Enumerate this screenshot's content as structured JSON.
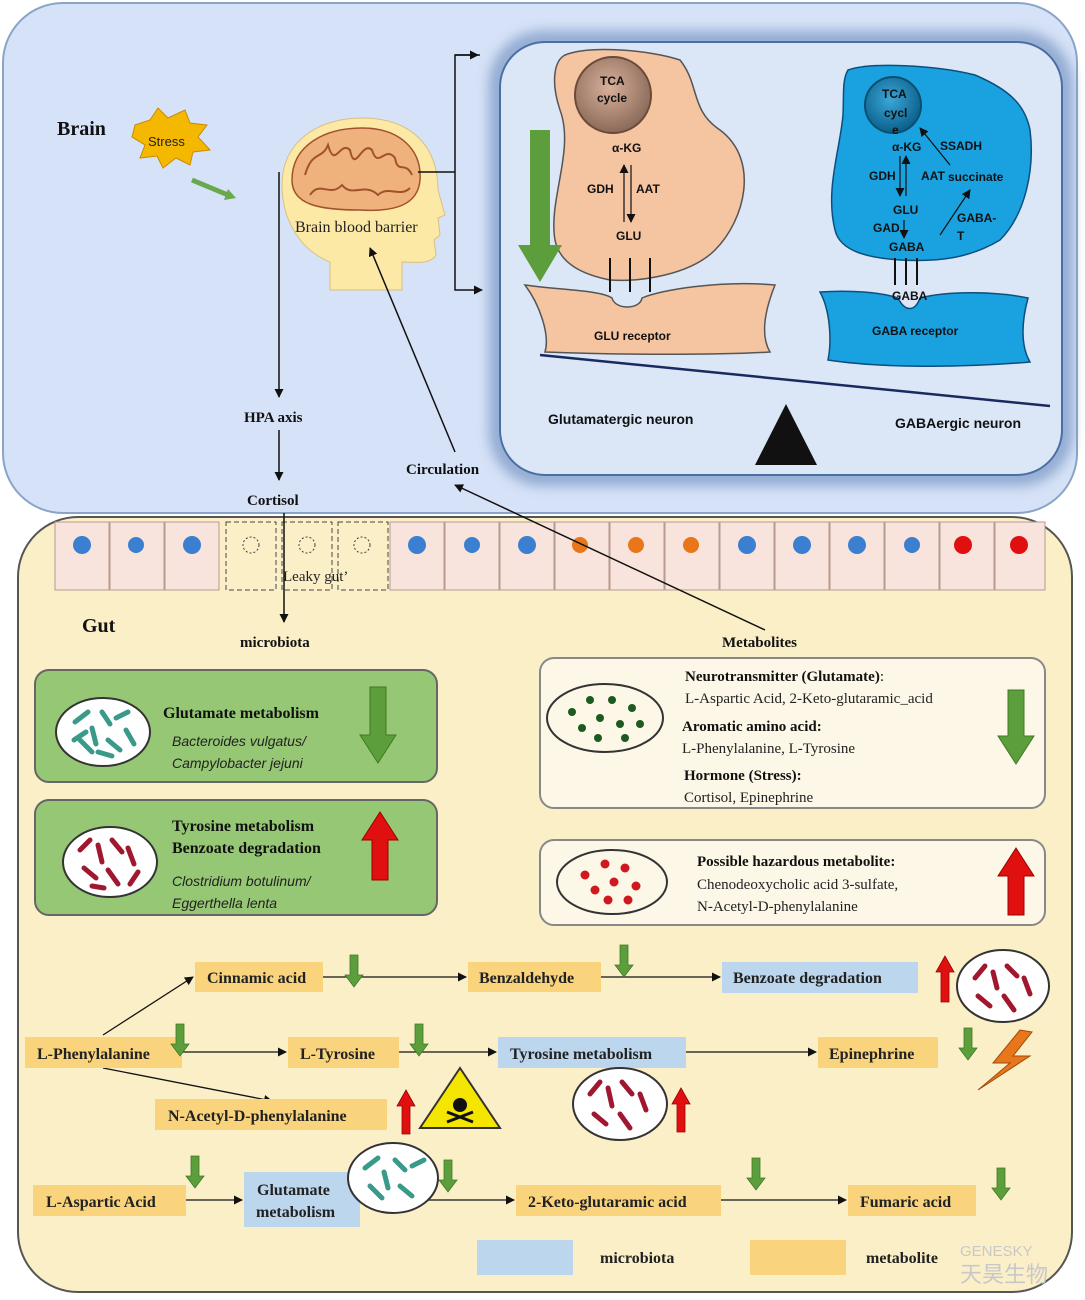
{
  "brain": {
    "label": "Brain",
    "stress": "Stress",
    "bbb": "Brain blood barrier",
    "hpa": "HPA axis",
    "cortisol": "Cortisol",
    "circulation": "Circulation",
    "glu_neuron": {
      "tca1": "TCA",
      "tca2": "cycle",
      "akg": "α-KG",
      "gdh": "GDH",
      "aat": "AAT",
      "glu": "GLU",
      "receptor": "GLU receptor",
      "label": "Glutamatergic neuron"
    },
    "gaba_neuron": {
      "tca1": "TCA",
      "tca2": "cycl",
      "tca3": "e",
      "akg": "α-KG",
      "gdh": "GDH",
      "aat": "AAT",
      "glu": "GLU",
      "succinate": "succinate",
      "ssadh": "SSADH",
      "gad": "GAD",
      "gaba": "GABA",
      "gabat1": "GABA-",
      "gabat2": "T",
      "gaba2": "GABA",
      "receptor": "GABA receptor",
      "label": "GABAergic neuron"
    }
  },
  "gut": {
    "label": "Gut",
    "leaky": "Leaky gut’",
    "microbiota": "microbiota",
    "metabolites": "Metabolites",
    "box1": {
      "title": "Glutamate metabolism",
      "s1": "Bacteroides vulgatus/",
      "s2": "Campylobacter jejuni"
    },
    "box2": {
      "t1": "Tyrosine metabolism",
      "t2": "Benzoate degradation",
      "s1": "Clostridium botulinum/",
      "s2": "Eggerthella lenta"
    },
    "box3": {
      "h1": "Neurotransmitter (Glutamate)",
      "h1c": ":",
      "v1": "L-Aspartic Acid, 2-Keto-glutaramic_acid",
      "h2": "Aromatic amino acid:",
      "v2": "L-Phenylalanine, L-Tyrosine",
      "h3": "Hormone (Stress):",
      "v3": "Cortisol, Epinephrine"
    },
    "box4": {
      "h": "Possible hazardous metabolite:",
      "v1": "Chenodeoxycholic acid 3-sulfate,",
      "v2": "N-Acetyl-D-phenylalanine"
    }
  },
  "pathway": {
    "cinnamic": "Cinnamic acid",
    "benzaldehyde": "Benzaldehyde",
    "benzoate": "Benzoate degradation",
    "phenylalanine": "L-Phenylalanine",
    "tyrosine": "L-Tyrosine",
    "tyr_metab": "Tyrosine metabolism",
    "epinephrine": "Epinephrine",
    "nacetyl": "N-Acetyl-D-phenylalanine",
    "aspartic": "L-Aspartic Acid",
    "glu_metab1": "Glutamate",
    "glu_metab2": "metabolism",
    "keto": "2-Keto-glutaramic acid",
    "fumaric": "Fumaric acid"
  },
  "legend": {
    "microbiota": "microbiota",
    "metabolite": "metabolite"
  },
  "watermark": {
    "en": "GENESKY",
    "cn": "天昊生物"
  },
  "colors": {
    "brain_bg": "#d6e2f7",
    "gut_bg": "#fbefc8",
    "microbiota_fill": "#bcd6ee",
    "metabolite_fill": "#f9d47c",
    "green_box": "#96c774",
    "down_arrow": "#5c9e3c",
    "up_arrow": "#e01010"
  }
}
